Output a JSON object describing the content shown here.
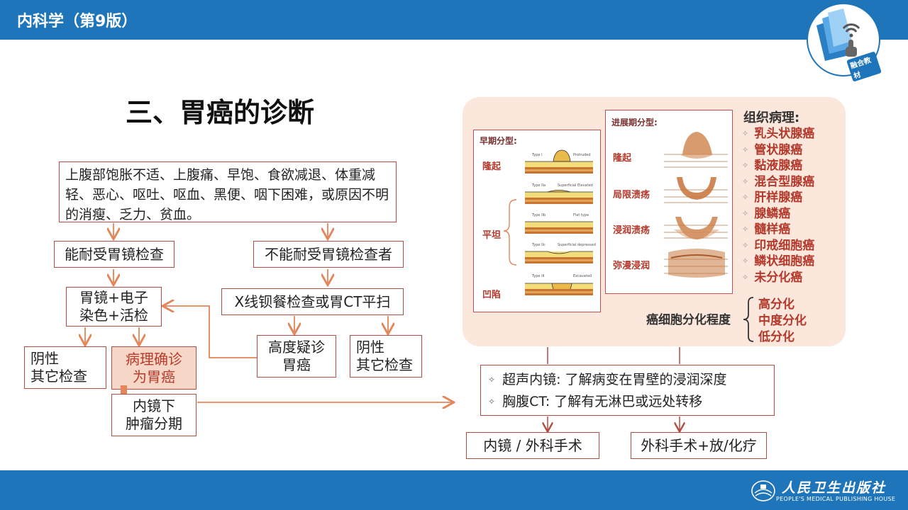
{
  "header": {
    "title": "内科学（第9版）",
    "logo_badge": "融合教材"
  },
  "heading": "三、胃癌的诊断",
  "flow": {
    "symptoms": "上腹部饱胀不适、上腹痛、早饱、食欲减退、体重减轻、恶心、呕吐、呕血、黑便、咽下困难，或原因不明的消瘦、乏力、贫血。",
    "tolerate": "能耐受胃镜检查",
    "not_tolerate": "不能耐受胃镜检查者",
    "endoscopy_line1": "胃镜+电子",
    "endoscopy_line2": "染色+活检",
    "xray": "X线钡餐检查或胃CT平扫",
    "negative_left_line1": "阴性",
    "negative_left_line2": "其它检查",
    "pathology_line1": "病理确诊",
    "pathology_line2": "为胃癌",
    "suspect_line1": "高度疑诊",
    "suspect_line2": "胃癌",
    "negative_right_line1": "阴性",
    "negative_right_line2": "其它检查",
    "staging_line1": "内镜下",
    "staging_line2": "肿瘤分期"
  },
  "early_fig": {
    "title": "早期分型:",
    "labels": [
      "隆起",
      "平坦",
      "凹陷"
    ],
    "type_left": [
      "Type I",
      "Type IIa",
      "Type IIb",
      "Type IIc",
      "Type III"
    ],
    "type_right": [
      "Protruded",
      "Superficial Elevated",
      "Flat type",
      "Superficial depressed",
      "Excavated"
    ]
  },
  "advanced_fig": {
    "title": "进展期分型:",
    "labels": [
      "隆起",
      "局限溃疡",
      "浸润溃疡",
      "弥漫浸润"
    ]
  },
  "pathology": {
    "title": "组织病理:",
    "items": [
      "乳头状腺癌",
      "管状腺癌",
      "黏液腺癌",
      "混合型腺癌",
      "肝样腺癌",
      "腺鳞癌",
      "髓样癌",
      "印戒细胞癌",
      "鳞状细胞癌",
      "未分化癌"
    ]
  },
  "differentiation": {
    "label": "癌细胞分化程度",
    "items": [
      "高分化",
      "中度分化",
      "低分化"
    ]
  },
  "exams": {
    "line1": "超声内镜: 了解病变在胃壁的浸润深度",
    "line2": "胸腹CT:  了解有无淋巴或远处转移"
  },
  "treatments": {
    "left": "内镜 / 外科手术",
    "right": "外科手术+放/化疗"
  },
  "publisher": {
    "cn": "人民卫生出版社",
    "en": "PEOPLE'S MEDICAL PUBLISHING HOUSE"
  },
  "colors": {
    "header_blue": "#1f75b9",
    "box_border": "#b24c43",
    "accent_red": "#b2392b",
    "panel_bg": "#fbe7db",
    "arrow": "#e4855a"
  }
}
